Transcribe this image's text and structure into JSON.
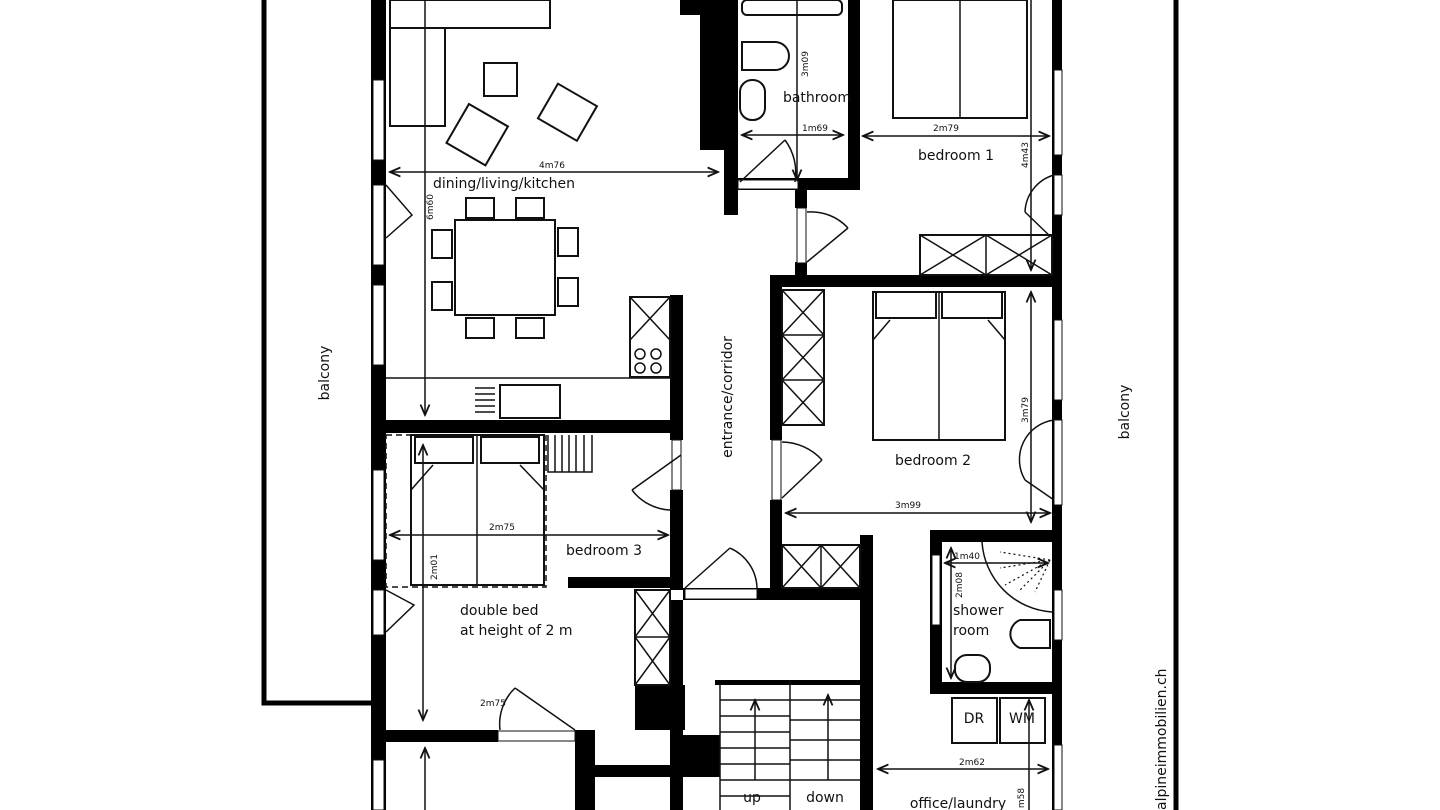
{
  "plan": {
    "rooms": {
      "living": "dining/living/kitchen",
      "bathroom": "bathroom",
      "bedroom1": "bedroom 1",
      "bedroom2": "bedroom 2",
      "bedroom3": "bedroom 3",
      "corridor": "entrance/corridor",
      "shower_line1": "shower",
      "shower_line2": "room",
      "office": "office/laundry",
      "balcony_left": "balcony",
      "balcony_right": "balcony"
    },
    "notes": {
      "bed_line1": "double bed",
      "bed_line2": "at height of 2 m",
      "up": "up",
      "down": "down",
      "dryer": "DR",
      "washer": "WM"
    },
    "dimensions": {
      "living_width": "4m76",
      "living_height": "6m60",
      "bath_height": "3m09",
      "bath_width": "1m69",
      "bed1_width": "2m79",
      "bed1_height": "4m43",
      "bed2_height": "3m79",
      "bed2_width": "3m99",
      "bed3_width": "2m75",
      "bed3_height": "2m01",
      "bed3_door": "2m75",
      "shower_width": "1m40",
      "shower_height": "2m08",
      "office_width": "2m62",
      "office_height": "m58"
    },
    "watermark": "alpineimmobilien.ch"
  }
}
